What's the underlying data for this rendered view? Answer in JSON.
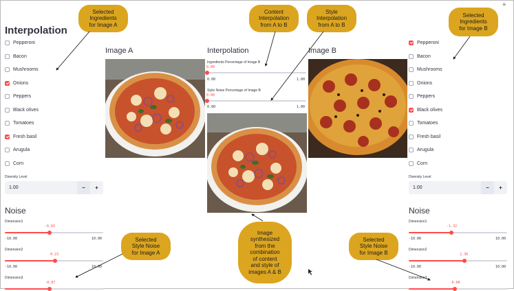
{
  "left": {
    "title": "Interpolation",
    "ingredients": [
      {
        "label": "Pepperoni",
        "checked": false
      },
      {
        "label": "Bacon",
        "checked": false
      },
      {
        "label": "Mushrooms",
        "checked": false
      },
      {
        "label": "Onions",
        "checked": true
      },
      {
        "label": "Peppers",
        "checked": false
      },
      {
        "label": "Black olives",
        "checked": false
      },
      {
        "label": "Tomatoes",
        "checked": false
      },
      {
        "label": "Fresh basil",
        "checked": true
      },
      {
        "label": "Arugula",
        "checked": false
      },
      {
        "label": "Corn",
        "checked": false
      }
    ],
    "diversity_label": "Diversity Level",
    "diversity_value": "1.00",
    "noise_title": "Noise",
    "dims": [
      {
        "label": "Dimension1",
        "value": "-0.93",
        "min": "-10.00",
        "max": "10.00",
        "fraction": 0.4535
      },
      {
        "label": "Dimension2",
        "value": "0.23",
        "min": "-10.00",
        "max": "10.00",
        "fraction": 0.5115
      },
      {
        "label": "Dimension3",
        "value": "-0.87",
        "fraction": 0.4565
      }
    ]
  },
  "right": {
    "ingredients": [
      {
        "label": "Pepperoni",
        "checked": true
      },
      {
        "label": "Bacon",
        "checked": false
      },
      {
        "label": "Mushrooms",
        "checked": false
      },
      {
        "label": "Onions",
        "checked": false
      },
      {
        "label": "Peppers",
        "checked": false
      },
      {
        "label": "Black olives",
        "checked": true
      },
      {
        "label": "Tomatoes",
        "checked": false
      },
      {
        "label": "Fresh basil",
        "checked": false
      },
      {
        "label": "Arugula",
        "checked": false
      },
      {
        "label": "Corn",
        "checked": false
      }
    ],
    "diversity_label": "Diversity Level",
    "diversity_value": "1.00",
    "noise_title": "Noise",
    "dims": [
      {
        "label": "Dimension1",
        "value": "-1.32",
        "min": "-10.00",
        "max": "10.00",
        "fraction": 0.434
      },
      {
        "label": "Dimension2",
        "value": "1.36",
        "min": "-10.00",
        "max": "10.00",
        "fraction": 0.568
      },
      {
        "label": "Dimension3",
        "value": "-0.68",
        "fraction": 0.466
      }
    ]
  },
  "center": {
    "image_a_title": "Image A",
    "interp_title": "Interpolation",
    "image_b_title": "Image B",
    "ingr_label": "Ingredients Percentage of Image B",
    "ingr_value": "0.00",
    "ingr_fraction": 0,
    "noise_label": "Style Noise Percentage of Image B",
    "noise_value": "0.00",
    "noise_fraction": 0,
    "min": "0.00",
    "max": "1.00"
  },
  "callouts": {
    "sel_a": [
      "Selected",
      "Ingredients",
      "for Image A"
    ],
    "content": [
      "Content",
      "Interpolation",
      "from A to B"
    ],
    "style": [
      "Style",
      "Interpolation",
      "from A to B"
    ],
    "sel_b": [
      "Selected",
      "Ingredients",
      "for Image B"
    ],
    "noise_a": [
      "Selected",
      "Style Noise",
      "for Image A"
    ],
    "synth": [
      "Image",
      "synthesized",
      "from the",
      "combination",
      "of content",
      "and style of",
      "images A & B"
    ],
    "noise_b": [
      "Selected",
      "Style Noise",
      "for Image B"
    ]
  },
  "colors": {
    "accent": "#ff4b4b",
    "callout": "#dca51f"
  },
  "icons": {
    "menu": "hamburger-menu-icon",
    "minus": "−",
    "plus": "+"
  }
}
